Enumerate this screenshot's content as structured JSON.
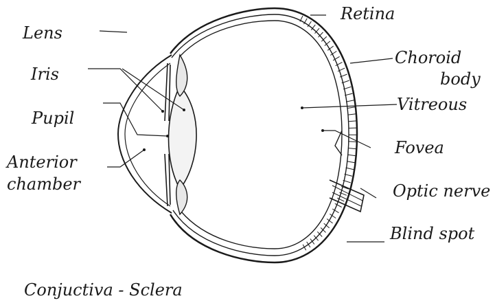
{
  "labels": {
    "lens": "Lens",
    "iris": "Iris",
    "pupil": "Pupil",
    "anterior_1": "Anterior",
    "anterior_2": "chamber",
    "retina": "Retina",
    "choroid_1": "Choroid",
    "choroid_2": "body",
    "vitreous": "Vitreous",
    "fovea": "Fovea",
    "optic_nerve": "Optic nerve",
    "blind_spot": "Blind spot",
    "caption": "Conjuctiva - Sclera"
  },
  "colors": {
    "ink": "#1a1a1a",
    "paper": "#ffffff"
  }
}
